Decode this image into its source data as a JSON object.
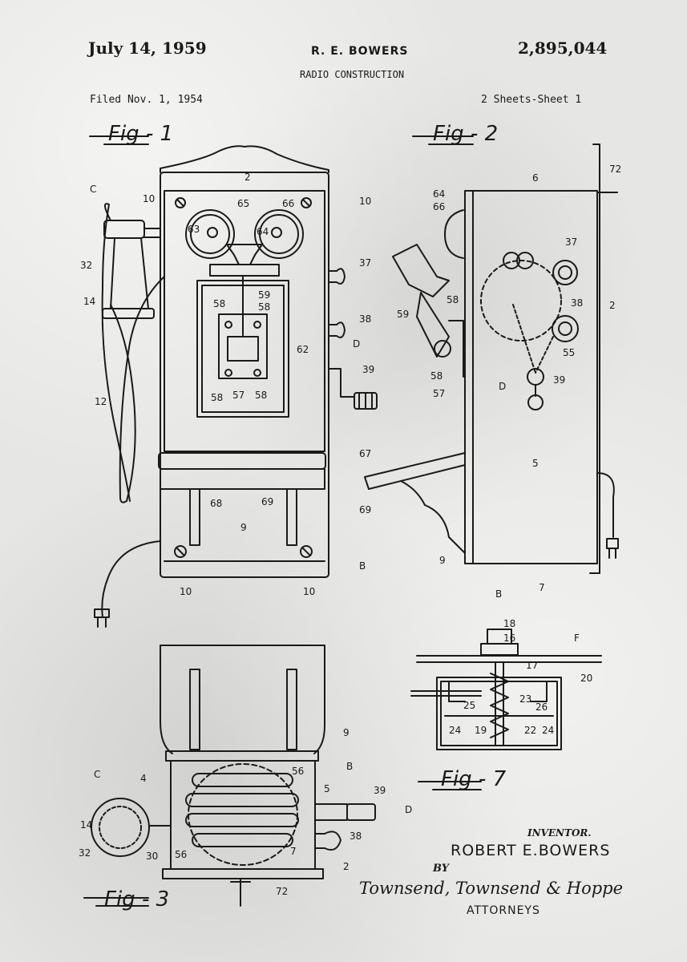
{
  "header": {
    "date": "July 14, 1959",
    "inventor_header": "R. E. BOWERS",
    "patent_number": "2,895,044",
    "title": "RADIO CONSTRUCTION",
    "filed": "Filed Nov. 1, 1954",
    "sheets": "2 Sheets-Sheet 1"
  },
  "figures": {
    "fig1": "Fig - 1",
    "fig2": "Fig - 2",
    "fig3": "Fig - 3",
    "fig7": "Fig - 7"
  },
  "callouts": {
    "fig1": [
      "2",
      "10",
      "66",
      "10",
      "65",
      "63",
      "64",
      "C",
      "32",
      "37",
      "14",
      "59",
      "58",
      "58",
      "38",
      "62",
      "D",
      "39",
      "58",
      "57",
      "58",
      "12",
      "67",
      "68",
      "69",
      "9",
      "B",
      "10",
      "10"
    ],
    "fig2": [
      "6",
      "64",
      "66",
      "72",
      "37",
      "58",
      "38",
      "2",
      "59",
      "55",
      "58",
      "57",
      "D",
      "39",
      "5",
      "69",
      "9",
      "B",
      "7"
    ],
    "fig3": [
      "56",
      "9",
      "B",
      "4",
      "39",
      "5",
      "C",
      "D",
      "14",
      "32",
      "30",
      "56",
      "7",
      "38",
      "2",
      "72"
    ],
    "fig7": [
      "18",
      "16",
      "F",
      "17",
      "20",
      "25",
      "23",
      "26",
      "24",
      "19",
      "22",
      "24"
    ]
  },
  "signature": {
    "inventor_label": "INVENTOR.",
    "inventor_name": "ROBERT E.BOWERS",
    "by": "BY",
    "firm": "Townsend, Townsend & Hoppe",
    "attorneys": "ATTORNEYS"
  },
  "colors": {
    "paper": "#e6e6e4",
    "ink": "#1a1a1a"
  }
}
